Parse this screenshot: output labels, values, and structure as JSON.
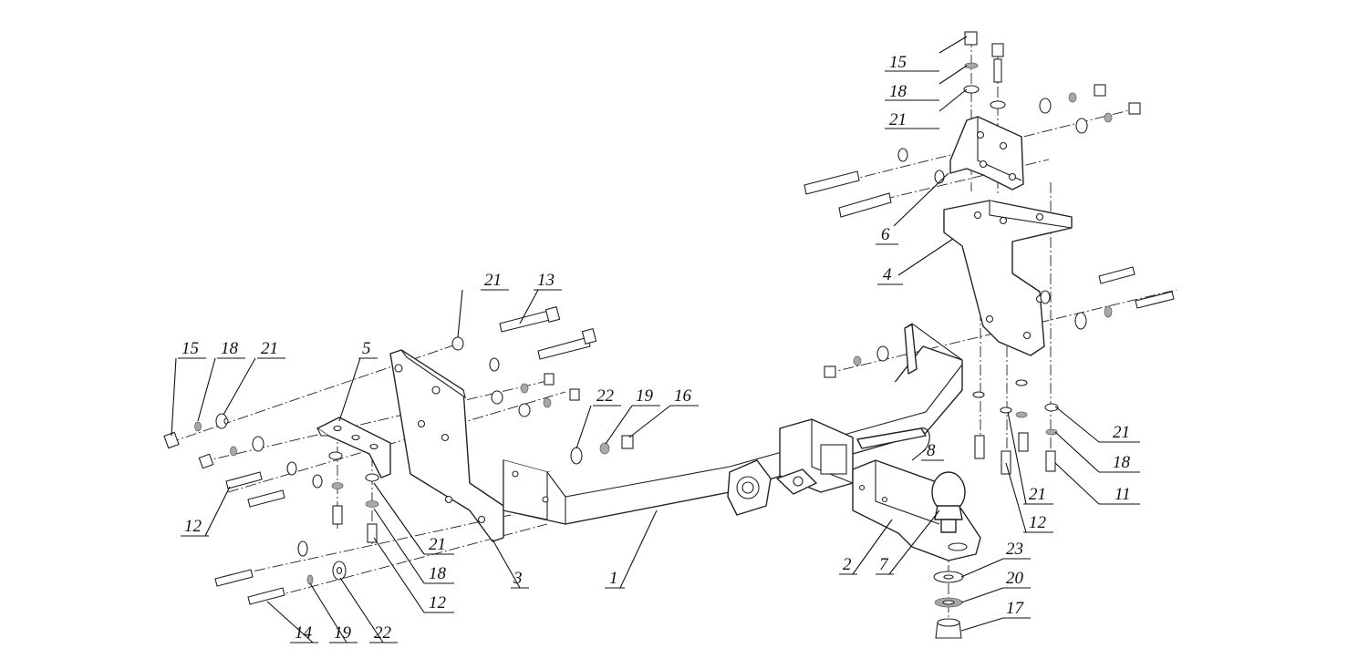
{
  "callouts": [
    {
      "id": "c-15a",
      "label": "15"
    },
    {
      "id": "c-18a",
      "label": "18"
    },
    {
      "id": "c-21a",
      "label": "21"
    },
    {
      "id": "c-6",
      "label": "6"
    },
    {
      "id": "c-4",
      "label": "4"
    },
    {
      "id": "c-21b",
      "label": "21"
    },
    {
      "id": "c-13",
      "label": "13"
    },
    {
      "id": "c-15b",
      "label": "15"
    },
    {
      "id": "c-18b",
      "label": "18"
    },
    {
      "id": "c-21c",
      "label": "21"
    },
    {
      "id": "c-5",
      "label": "5"
    },
    {
      "id": "c-22a",
      "label": "22"
    },
    {
      "id": "c-19a",
      "label": "19"
    },
    {
      "id": "c-16",
      "label": "16"
    },
    {
      "id": "c-21d",
      "label": "21"
    },
    {
      "id": "c-18c",
      "label": "18"
    },
    {
      "id": "c-11",
      "label": "11"
    },
    {
      "id": "c-21e",
      "label": "21"
    },
    {
      "id": "c-12a",
      "label": "12"
    },
    {
      "id": "c-8",
      "label": "8"
    },
    {
      "id": "c-12b",
      "label": "12"
    },
    {
      "id": "c-21f",
      "label": "21"
    },
    {
      "id": "c-18d",
      "label": "18"
    },
    {
      "id": "c-12c",
      "label": "12"
    },
    {
      "id": "c-3",
      "label": "3"
    },
    {
      "id": "c-1",
      "label": "1"
    },
    {
      "id": "c-2",
      "label": "2"
    },
    {
      "id": "c-7",
      "label": "7"
    },
    {
      "id": "c-23",
      "label": "23"
    },
    {
      "id": "c-20",
      "label": "20"
    },
    {
      "id": "c-17",
      "label": "17"
    },
    {
      "id": "c-14",
      "label": "14"
    },
    {
      "id": "c-19b",
      "label": "19"
    },
    {
      "id": "c-22b",
      "label": "22"
    }
  ]
}
